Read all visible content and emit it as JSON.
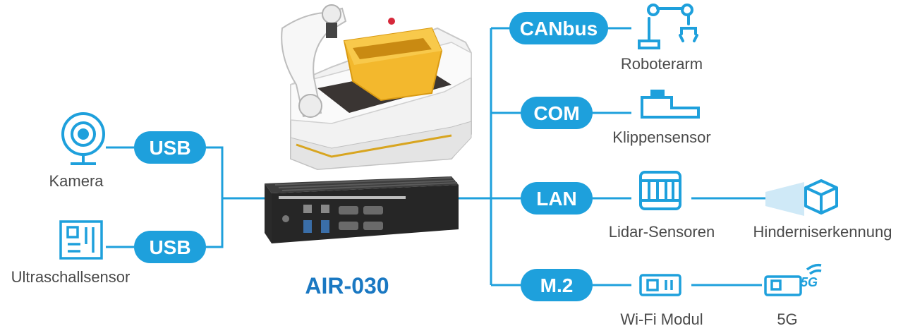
{
  "diagram": {
    "title": "AIR-030",
    "colors": {
      "accent": "#1ea0dc",
      "icon": "#1ea0dc",
      "title": "#1a78c2",
      "label": "#4a4a4a"
    },
    "left_interfaces": [
      {
        "bus": "USB",
        "device": "Kamera",
        "icon": "webcam-icon"
      },
      {
        "bus": "USB",
        "device": "Ultraschallsensor",
        "icon": "circuit-board-icon"
      }
    ],
    "right_interfaces": [
      {
        "bus": "CANbus",
        "device": "Roboterarm",
        "icon": "robot-arm-icon"
      },
      {
        "bus": "COM",
        "device": "Klippensensor",
        "icon": "cliff-sensor-icon"
      },
      {
        "bus": "LAN",
        "device": "Lidar-Sensoren",
        "icon": "lidar-icon",
        "extra": "Hinderniserkennung",
        "extra_icon": "cube-icon"
      },
      {
        "bus": "M.2",
        "device": "Wi-Fi Modul",
        "icon": "wifi-module-icon",
        "extra": "5G",
        "extra_icon": "5g-icon",
        "extra_icon_text": "5G"
      }
    ]
  }
}
